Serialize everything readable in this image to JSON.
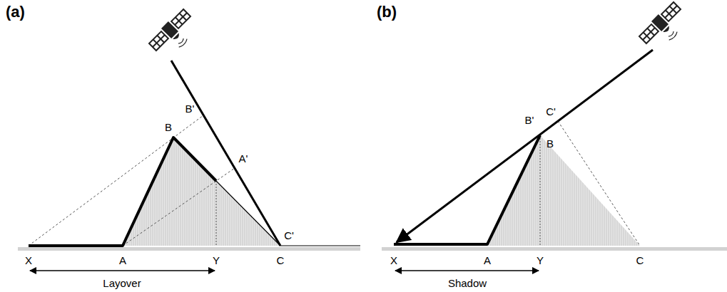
{
  "diagram": {
    "labels": [
      "(a)",
      "B'",
      "B",
      "A'",
      "C'",
      "X",
      "A",
      "Y",
      "C",
      "Layover",
      "(b)",
      "B'",
      "C'",
      "B",
      "X",
      "A",
      "Y",
      "C",
      "Shadow"
    ]
  }
}
